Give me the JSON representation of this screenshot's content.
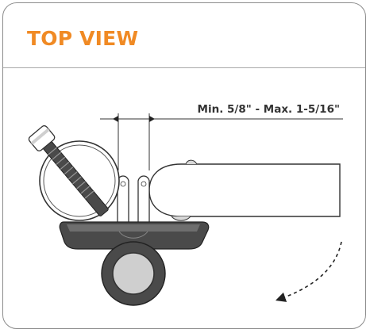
{
  "panel": {
    "title": "TOP VIEW",
    "accent_color": "#f08a24"
  },
  "diagram": {
    "dimension_label": "Min. 5/8\" - Max. 1-5/16\"",
    "components": [
      "round-tube",
      "clamp-bolt",
      "clamp-knob",
      "square-beam"
    ],
    "rotation_indicator": "dashed-arrow-clockwise"
  }
}
